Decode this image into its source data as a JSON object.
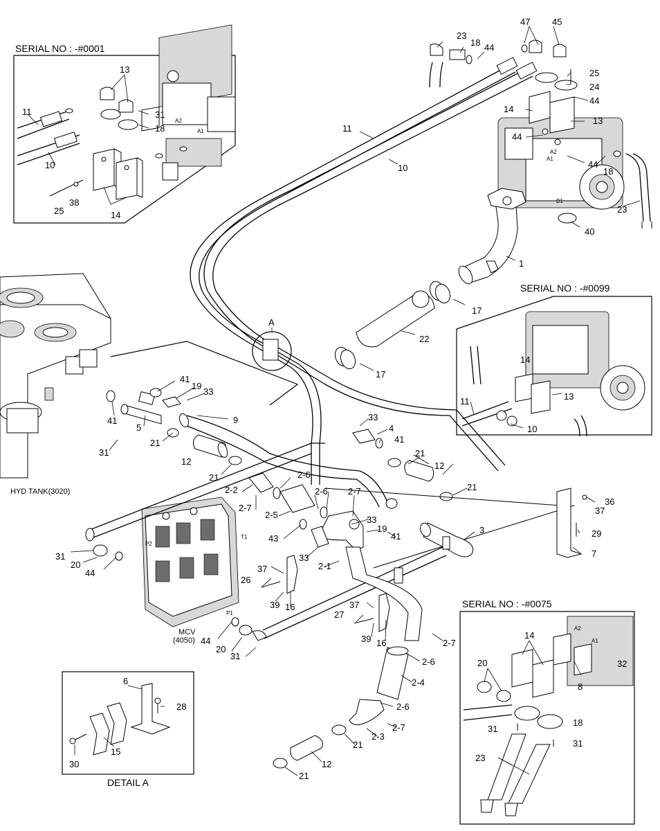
{
  "insets": {
    "serial_0001": {
      "title": "SERIAL NO : -#0001",
      "labels": {
        "l13": "13",
        "l11": "11",
        "l31": "31",
        "l18": "18",
        "l10": "10",
        "l25": "25",
        "l38": "38",
        "l14": "14",
        "a2": "A2",
        "a1": "A1"
      }
    },
    "serial_0099": {
      "title": "SERIAL NO : -#0099",
      "labels": {
        "l14": "14",
        "l11": "11",
        "l13": "13",
        "l10": "10"
      }
    },
    "serial_0075": {
      "title": "SERIAL NO : -#0075",
      "labels": {
        "l14": "14",
        "l20": "20",
        "l32": "32",
        "l8": "8",
        "l31a": "31",
        "l18": "18",
        "l31b": "31",
        "l23": "23",
        "a2": "A2",
        "a1": "A1"
      }
    },
    "detail_a": {
      "title": "DETAIL  A",
      "labels": {
        "l6": "6",
        "l28": "28",
        "l15": "15",
        "l30": "30"
      }
    }
  },
  "components": {
    "hyd_tank": "HYD TANK(3020)",
    "mcv_line1": "MCV",
    "mcv_line2": "(4050)",
    "detail_marker": "A",
    "port_p1": "P1",
    "port_p2": "P2",
    "port_t1": "T1",
    "port_a1": "A1",
    "port_a2": "A2",
    "port_b1": "B1"
  },
  "callouts": {
    "c23_top": "23",
    "c18_top": "18",
    "c44_top": "44",
    "c47": "47",
    "c45": "45",
    "c25": "25",
    "c24": "24",
    "c44_r1": "44",
    "c13_r": "13",
    "c14_r": "14",
    "c44_r2": "44",
    "c44_r3": "44",
    "c18_r": "18",
    "c23_r": "23",
    "c40": "40",
    "c11": "11",
    "c10": "10",
    "c1": "1",
    "c17_a": "17",
    "c22": "22",
    "c17_b": "17",
    "c41_a": "41",
    "c19_a": "19",
    "c33_a": "33",
    "c9": "9",
    "c41_b": "41",
    "c5": "5",
    "c21_a": "21",
    "c31_a": "31",
    "c33_b": "33",
    "c4": "4",
    "c41_c": "41",
    "c12_a": "12",
    "c21_b": "21",
    "c12_b": "12",
    "c21_c": "21",
    "c2_2": "2-2",
    "c2_6a": "2-6",
    "c2_6b": "2-6",
    "c2_7a": "2-7",
    "c2_7b": "2-7",
    "c2_5": "2-5",
    "c33_c": "33",
    "c19_b": "19",
    "c41_d": "41",
    "c21_d": "21",
    "c3": "3",
    "c43": "43",
    "c33_d": "33",
    "c2_1": "2-1",
    "c36": "36",
    "c37_a": "37",
    "c29": "29",
    "c7": "7",
    "c31_b": "31",
    "c20_a": "20",
    "c44_a": "44",
    "c37_b": "37",
    "c26": "26",
    "c39_a": "39",
    "c16_a": "16",
    "c37_c": "37",
    "c27": "27",
    "c39_b": "39",
    "c16_b": "16",
    "c2_7c": "2-7",
    "c44_b": "44",
    "c20_b": "20",
    "c31_c": "31",
    "c2_6c": "2-6",
    "c2_4": "2-4",
    "c2_6d": "2-6",
    "c2_7d": "2-7",
    "c2_3": "2-3",
    "c21_e": "21",
    "c12_c": "12",
    "c21_f": "21"
  }
}
